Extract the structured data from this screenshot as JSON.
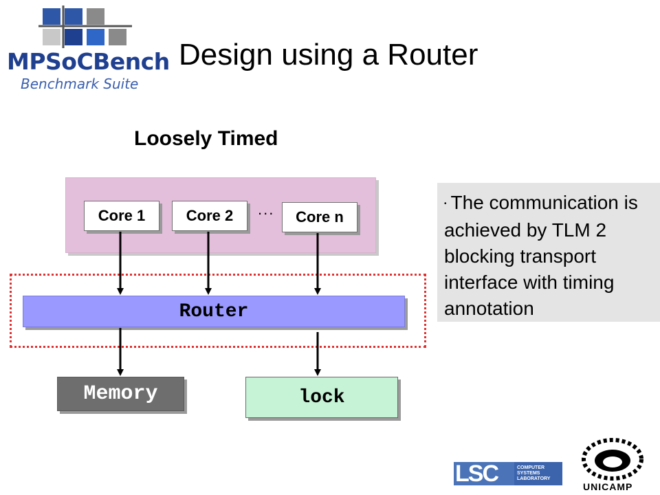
{
  "logo": {
    "name": "MPSoCBench",
    "tagline": "Benchmark Suite"
  },
  "slide": {
    "title": "Design using a Router",
    "subtitle": "Loosely Timed"
  },
  "diagram": {
    "cores": [
      "Core 1",
      "Core 2",
      "Core n"
    ],
    "ellipsis": "...",
    "router": "Router",
    "memory": "Memory",
    "lock": "lock"
  },
  "note": {
    "bullet": "•",
    "text": "The communication is achieved by TLM 2 blocking transport interface with timing annotation"
  },
  "footer": {
    "lsc": "LSC",
    "lsc_label": "COMPUTER SYSTEMS LABORATORY",
    "unicamp": "UNICAMP"
  },
  "colors": {
    "cores_panel": "#e4bfdc",
    "router": "#9999ff",
    "memory": "#6e6e6e",
    "lock": "#c6f2d6",
    "bus_outline": "#e03030",
    "logo_blue": "#1f3f8f"
  }
}
